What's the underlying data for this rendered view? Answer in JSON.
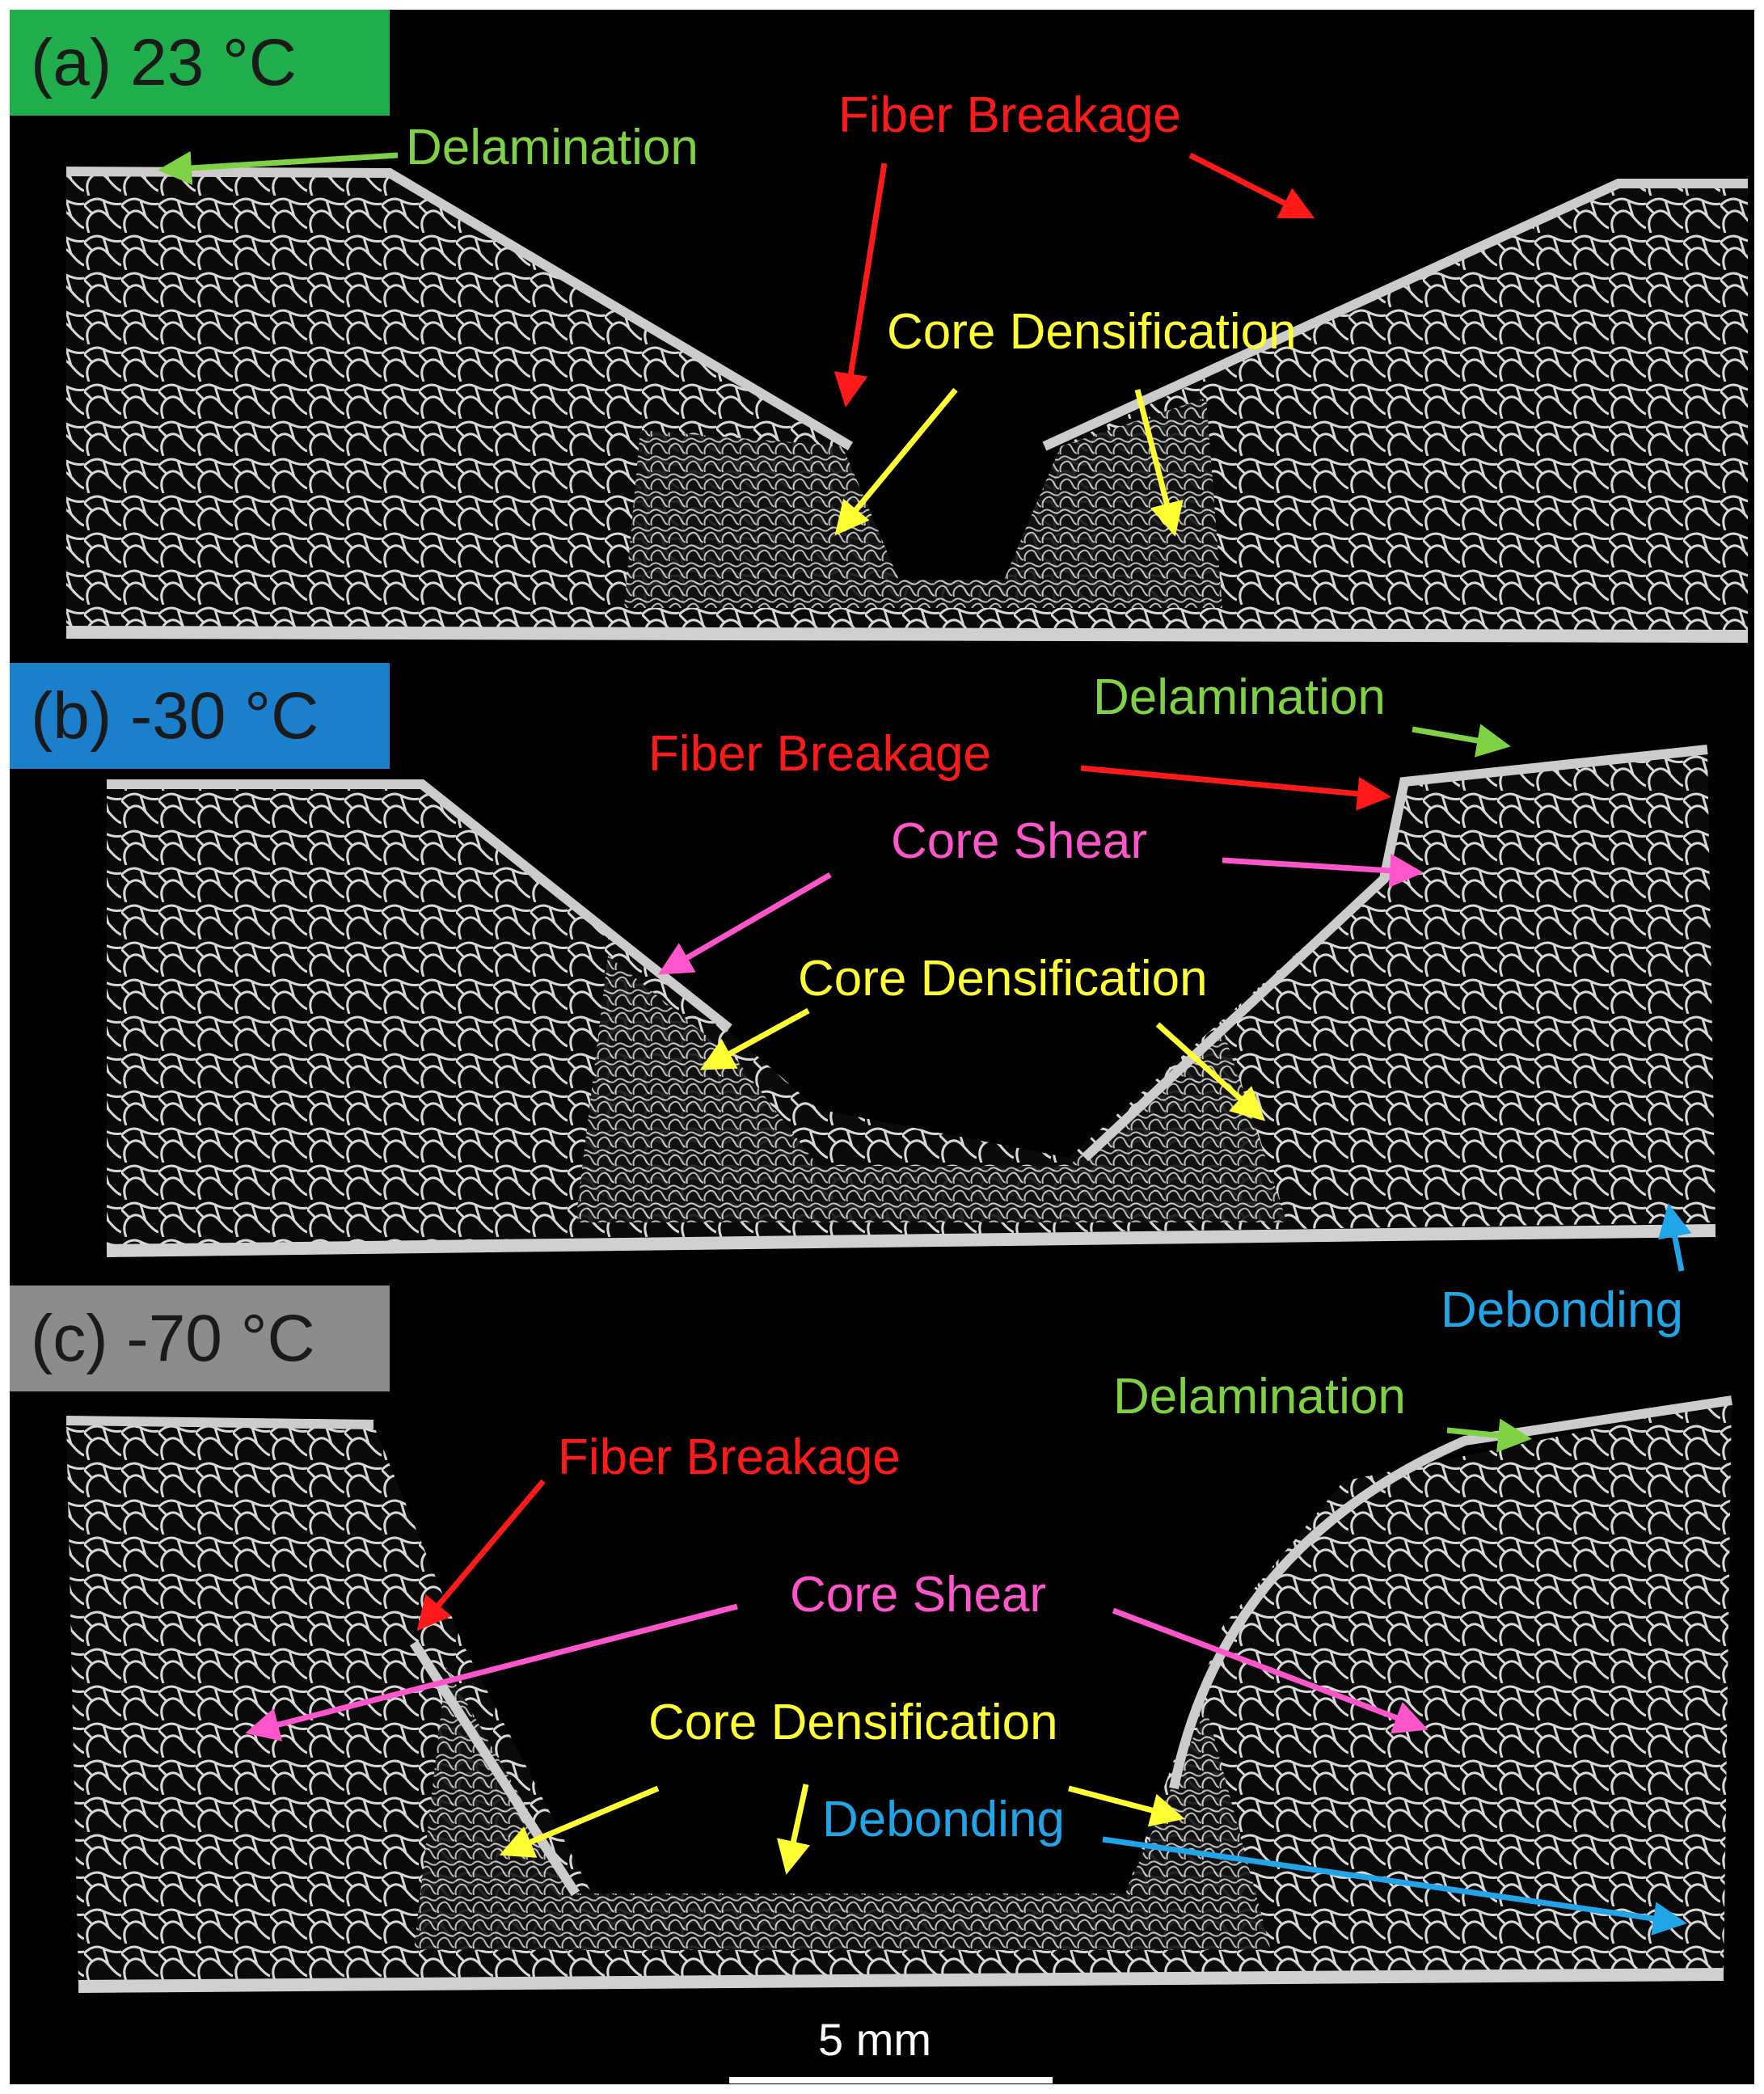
{
  "figure": {
    "panels": [
      {
        "id": "a",
        "tag": "(a) 23 °C",
        "tag_color": "#1fae4b",
        "labels": [
          {
            "key": "delamination",
            "text": "Delamination",
            "color": "#7fd244"
          },
          {
            "key": "fiber",
            "text": "Fiber Breakage",
            "color": "#ff1a1a"
          },
          {
            "key": "densification",
            "text": "Core Densification",
            "color": "#ffff33"
          }
        ]
      },
      {
        "id": "b",
        "tag": "(b) -30 °C",
        "tag_color": "#1b7fcb",
        "labels": [
          {
            "key": "delamination",
            "text": "Delamination",
            "color": "#7fd244"
          },
          {
            "key": "fiber",
            "text": "Fiber Breakage",
            "color": "#ff1a1a"
          },
          {
            "key": "shear",
            "text": "Core Shear",
            "color": "#ff55cc"
          },
          {
            "key": "densification",
            "text": "Core Densification",
            "color": "#ffff33"
          },
          {
            "key": "debonding",
            "text": "Debonding",
            "color": "#1fa5e8"
          }
        ]
      },
      {
        "id": "c",
        "tag": "(c) -70 °C",
        "tag_color": "#8c8c8c",
        "labels": [
          {
            "key": "delamination",
            "text": "Delamination",
            "color": "#7fd244"
          },
          {
            "key": "fiber",
            "text": "Fiber Breakage",
            "color": "#ff1a1a"
          },
          {
            "key": "shear",
            "text": "Core Shear",
            "color": "#ff55cc"
          },
          {
            "key": "densification",
            "text": "Core Densification",
            "color": "#ffff33"
          },
          {
            "key": "debonding",
            "text": "Debonding",
            "color": "#1fa5e8"
          }
        ]
      }
    ],
    "scale_bar": "5 mm"
  }
}
